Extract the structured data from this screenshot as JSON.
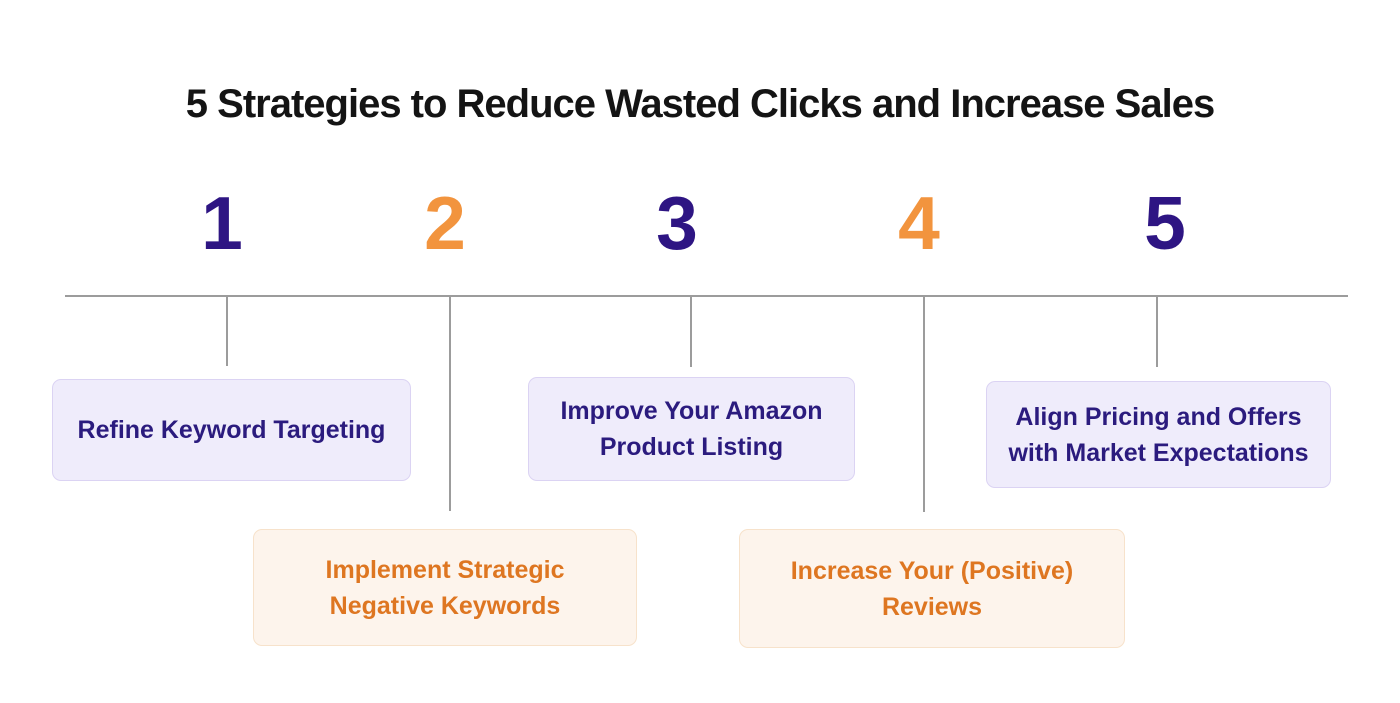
{
  "title": "5 Strategies to Reduce Wasted Clicks and Increase Sales",
  "colors": {
    "title_text": "#141414",
    "indigo": "#2E1583",
    "orange": "#F2943E",
    "purple_card_bg": "#EFECFB",
    "purple_card_border": "#DBD3F3",
    "purple_card_text": "#2B1B7E",
    "orange_card_bg": "#FDF4EC",
    "orange_card_border": "#F7E2CB",
    "orange_card_text": "#DE7621",
    "line": "#9C9C9C"
  },
  "items": [
    {
      "number": "1",
      "theme": "purple",
      "label": "Refine Keyword Targeting"
    },
    {
      "number": "2",
      "theme": "orange",
      "label": "Implement Strategic Negative Keywords"
    },
    {
      "number": "3",
      "theme": "purple",
      "label": "Improve Your Amazon Product Listing"
    },
    {
      "number": "4",
      "theme": "orange",
      "label": "Increase Your (Positive) Reviews"
    },
    {
      "number": "5",
      "theme": "purple",
      "label": "Align Pricing and Offers with Market Expectations"
    }
  ]
}
